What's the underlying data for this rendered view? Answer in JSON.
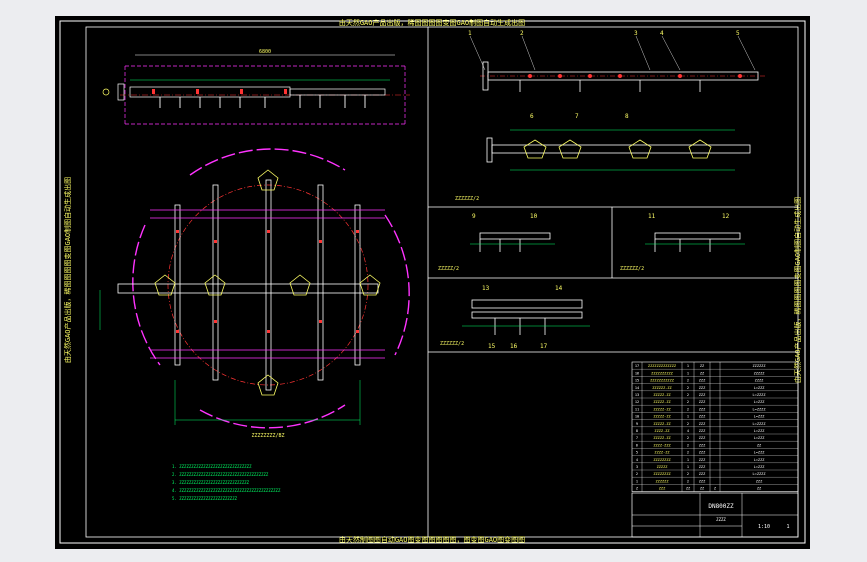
{
  "titles": {
    "top": "由天然GAO产品出版，稀图图图图变图GAO制图自动生成出图",
    "bottom": "由天然制图图自动GAO图变图图图图图，图变图GAO图变图图",
    "left_vertical": "由天然GAO产品出版，稀图图图图变图GAO制图自动生成出图",
    "right_vertical": "由天然GAO产品出版，稀图图图图变图GAO制图自动生成出图"
  },
  "callouts": [
    "1",
    "2",
    "3",
    "4",
    "5",
    "6",
    "7",
    "8",
    "9",
    "10",
    "11",
    "12",
    "13",
    "14",
    "15",
    "16",
    "17"
  ],
  "view_labels": {
    "plan": "ZZZZZZZZ/BZ",
    "detail_1": "ZZZZZZ/2",
    "detail_2": "ZZZZZ/2",
    "detail_3": "ZZZZZZ/2",
    "detail_4": "ZZZZZZ/2",
    "top_dim": "6800",
    "main_dim": "ZZZZZZ"
  },
  "notes": [
    "1. ZZZZZZZZZZZZZZZZZZZZZZZZZZZZZZ",
    "2. ZZZZZZZZZZZZZZZZZZZZZZZZZZZZZZZZZZZZZ",
    "3. ZZZZZZZZZZZZZZZZZZZZZZZZZZZZZ",
    "4. ZZZZZZZZZZZZZZZZZZZZZZZZZZZZZZZZZZZZZZZZZZ",
    "5. ZZZZZZZZZZZZZZZZZZZZZZZZ"
  ],
  "bom_rows": [
    [
      "17",
      "ZZZZZZZZZZZZZ",
      "1",
      "ZZ",
      "",
      "ZZZZZZ"
    ],
    [
      "16",
      "ZZZZZZZZZZ",
      "1",
      "ZZ",
      "",
      "ZZZZZ"
    ],
    [
      "15",
      "ZZZZZZZZZZZ",
      "2",
      "ZZZ",
      "",
      "ZZZZ"
    ],
    [
      "14",
      "ZZZZZZ-ZZ",
      "2",
      "ZZZ",
      "",
      "L=ZZZ"
    ],
    [
      "13",
      "ZZZZZ-ZZ",
      "2",
      "ZZZ",
      "",
      "L=ZZZZ"
    ],
    [
      "12",
      "ZZZZZ-ZZ",
      "2",
      "ZZZ",
      "",
      "L=ZZZ"
    ],
    [
      "11",
      "ZZZZZ-ZZ",
      "2",
      "ZZZ",
      "",
      "L=ZZZZ"
    ],
    [
      "10",
      "ZZZZZ-ZZ",
      "1",
      "ZZZ",
      "",
      "L=ZZZ"
    ],
    [
      "9",
      "ZZZZZ-ZZ",
      "2",
      "ZZZ",
      "",
      "L=ZZZZ"
    ],
    [
      "8",
      "ZZZZ-ZZ",
      "4",
      "ZZZ",
      "",
      "L=ZZZ"
    ],
    [
      "7",
      "ZZZZZ-ZZ",
      "2",
      "ZZZ",
      "",
      "L=ZZZ"
    ],
    [
      "6",
      "ZZZZ-ZZZ",
      "2",
      "ZZZ",
      "",
      "ZZ"
    ],
    [
      "5",
      "ZZZZ-ZZ",
      "2",
      "ZZZ",
      "",
      "L=ZZZ"
    ],
    [
      "4",
      "ZZZZZZZZ",
      "1",
      "ZZZ",
      "",
      "L=ZZZ"
    ],
    [
      "3",
      "ZZZZZ",
      "1",
      "ZZZ",
      "",
      "L=ZZZ"
    ],
    [
      "2",
      "ZZZZZZZZ",
      "2",
      "ZZZ",
      "",
      "L=ZZZZ"
    ],
    [
      "1",
      "ZZZZZZ",
      "2",
      "ZZZ",
      "",
      "ZZZ"
    ]
  ],
  "bom_header": [
    "Z",
    "ZZZ",
    "ZZ",
    "ZZ",
    "Z",
    "ZZ"
  ],
  "title_block": {
    "drawing_no": "DN800ZZ",
    "sub": "ZZZZ",
    "scale": "1:10",
    "sheet": "1"
  }
}
